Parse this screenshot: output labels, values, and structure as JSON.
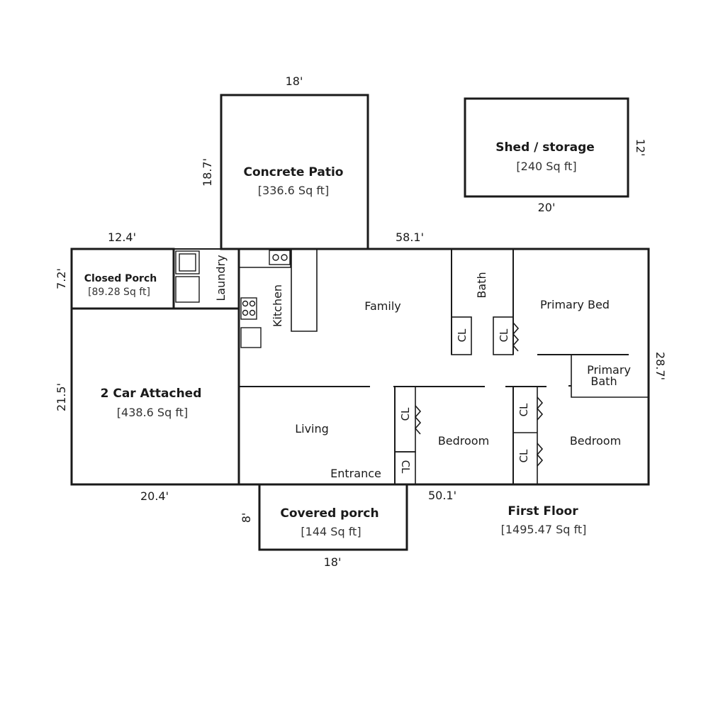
{
  "outbuildings": {
    "patio": {
      "name": "Concrete Patio",
      "area": "[336.6 Sq ft]",
      "width": "18'",
      "depth": "18.7'"
    },
    "shed": {
      "name": "Shed / storage",
      "area": "[240 Sq ft]",
      "width": "20'",
      "depth": "12'"
    }
  },
  "attached": {
    "closed_porch": {
      "name": "Closed Porch",
      "area": "[89.28 Sq ft]",
      "width": "12.4'",
      "depth": "7.2'"
    },
    "garage": {
      "name": "2 Car Attached",
      "area": "[438.6 Sq ft]",
      "width": "20.4'",
      "depth": "21.5'"
    },
    "covered_porch": {
      "name": "Covered porch",
      "area": "[144 Sq ft]",
      "width": "18'",
      "depth": "8'"
    }
  },
  "house": {
    "top_width": "58.1'",
    "bottom_width": "50.1'",
    "right_depth": "28.7'",
    "floor_name": "First Floor",
    "floor_area": "[1495.47 Sq ft]"
  },
  "rooms": {
    "laundry": "Laundry",
    "kitchen": "Kitchen",
    "family": "Family",
    "bath": "Bath",
    "primary_bed": "Primary Bed",
    "primary_bath_line1": "Primary",
    "primary_bath_line2": "Bath",
    "living": "Living",
    "entrance": "Entrance",
    "bedroom_1": "Bedroom",
    "bedroom_2": "Bedroom",
    "closet": "CL"
  }
}
